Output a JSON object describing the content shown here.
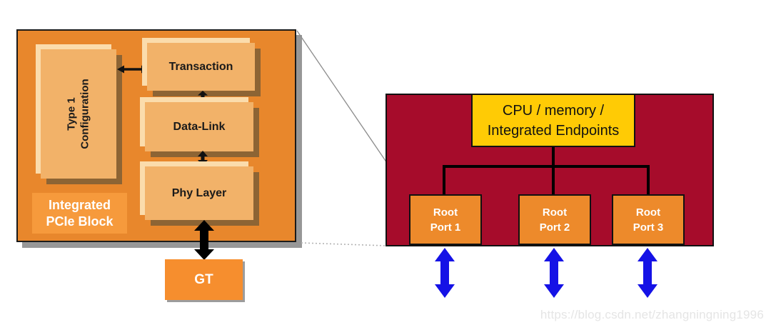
{
  "pcie_block": {
    "title": [
      "Integrated",
      "PCIe Block"
    ],
    "config_box": [
      "Type 1",
      "Configuration"
    ],
    "layers": [
      "Transaction",
      "Data-Link",
      "Phy Layer"
    ],
    "gt_label": "GT"
  },
  "root_complex": {
    "cpu_box": [
      "CPU / memory /",
      "Integrated Endpoints"
    ],
    "ports": [
      [
        "Root",
        "Port 1"
      ],
      [
        "Root",
        "Port 2"
      ],
      [
        "Root",
        "Port 3"
      ]
    ]
  },
  "watermark": "https://blog.csdn.net/zhangningning1996",
  "colors": {
    "panel_orange": "#E8872C",
    "inner_box_orange": "#F2B269",
    "highlight_cream": "#FBDCAC",
    "inner_shadow_brown": "#8D6434",
    "bright_orange": "#F69A3C",
    "crimson": "#A60C2B",
    "cpu_yellow": "#FFCB05",
    "link_blue": "#1512E6"
  }
}
